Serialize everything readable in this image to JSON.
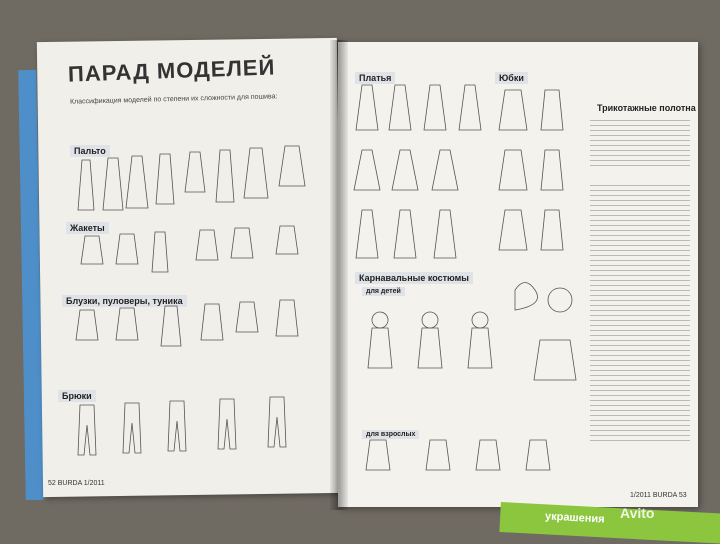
{
  "left_page": {
    "title": "ПАРАД МОДЕЛЕЙ",
    "subtitle": "Классификация моделей по степени их сложности для пошива:",
    "sections": [
      "Пальто",
      "Жакеты",
      "Блузки, пуловеры, туника",
      "Брюки"
    ],
    "footer": "52  BURDA  1/2011"
  },
  "right_page": {
    "sections": [
      "Платья",
      "Юбки",
      "Трикотажные полотна",
      "Карнавальные костюмы",
      "для детей",
      "для взрослых"
    ],
    "footer": "1/2011  BURDA  53"
  },
  "band_text": "украшения",
  "watermark": "Avito"
}
